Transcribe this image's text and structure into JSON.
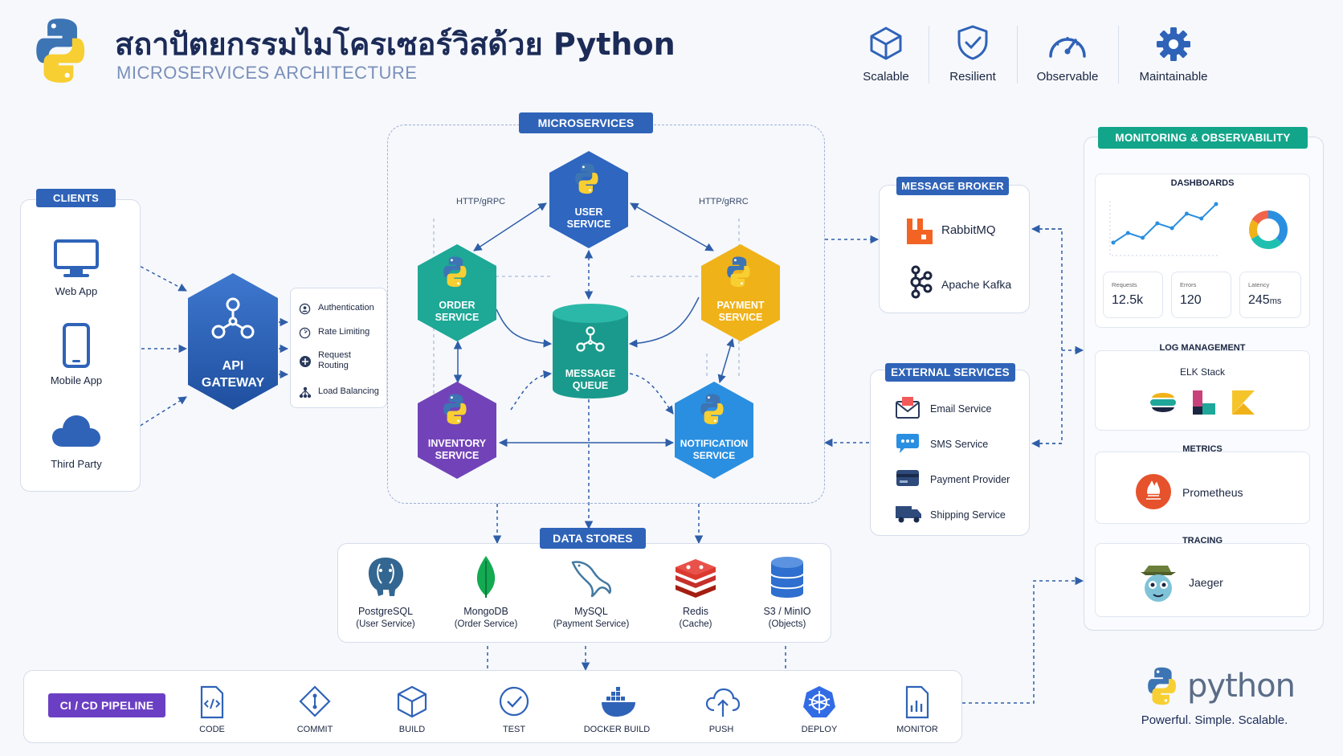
{
  "header": {
    "title": "สถาปัตยกรรมไมโครเซอร์วิสด้วย Python",
    "subtitle": "MICROSERVICES ARCHITECTURE",
    "principles": [
      {
        "label": "Scalable",
        "icon": "cube-icon"
      },
      {
        "label": "Resilient",
        "icon": "shield-check-icon"
      },
      {
        "label": "Observable",
        "icon": "gauge-icon"
      },
      {
        "label": "Maintainable",
        "icon": "gear-icon"
      }
    ]
  },
  "clients": {
    "tag": "CLIENTS",
    "items": [
      {
        "label": "Web App",
        "icon": "monitor-icon"
      },
      {
        "label": "Mobile App",
        "icon": "smartphone-icon"
      },
      {
        "label": "Third Party",
        "icon": "cloud-icon"
      }
    ]
  },
  "gateway": {
    "label_line1": "API",
    "label_line2": "GATEWAY",
    "features": [
      {
        "label": "Authentication",
        "icon": "user-lock-icon"
      },
      {
        "label": "Rate Limiting",
        "icon": "speed-icon"
      },
      {
        "label": "Request\nRouting",
        "icon": "route-icon"
      },
      {
        "label": "Load Balancing",
        "icon": "balance-icon"
      }
    ]
  },
  "microservices": {
    "tag": "MICROSERVICES",
    "protocol_left": "HTTP/gRPC",
    "protocol_right": "HTTP/gRRC",
    "user": {
      "line1": "USER",
      "line2": "SERVICE"
    },
    "order": {
      "line1": "ORDER",
      "line2": "SERVICE"
    },
    "payment": {
      "line1": "PAYMENT",
      "line2": "SERVICE"
    },
    "queue": {
      "line1": "MESSAGE",
      "line2": "QUEUE"
    },
    "inventory": {
      "line1": "INVENTORY",
      "line2": "SERVICE"
    },
    "notification": {
      "line1": "NOTIFICATION",
      "line2": "SERVICE"
    }
  },
  "message_broker": {
    "tag": "MESSAGE BROKER",
    "items": [
      {
        "label": "RabbitMQ",
        "icon": "rabbitmq-icon"
      },
      {
        "label": "Apache Kafka",
        "icon": "kafka-icon"
      }
    ]
  },
  "external": {
    "tag": "EXTERNAL SERVICES",
    "items": [
      {
        "label": "Email Service",
        "icon": "email-icon"
      },
      {
        "label": "SMS Service",
        "icon": "sms-icon"
      },
      {
        "label": "Payment Provider",
        "icon": "credit-card-icon"
      },
      {
        "label": "Shipping Service",
        "icon": "truck-icon"
      }
    ]
  },
  "data_stores": {
    "tag": "DATA STORES",
    "items": [
      {
        "name": "PostgreSQL",
        "desc": "(User Service)",
        "icon": "postgresql-icon"
      },
      {
        "name": "MongoDB",
        "desc": "(Order Service)",
        "icon": "mongodb-icon"
      },
      {
        "name": "MySQL",
        "desc": "(Payment Service)",
        "icon": "mysql-icon"
      },
      {
        "name": "Redis",
        "desc": "(Cache)",
        "icon": "redis-icon"
      },
      {
        "name": "S3 / MinIO",
        "desc": "(Objects)",
        "icon": "storage-icon"
      }
    ]
  },
  "monitoring": {
    "tag": "MONITORING & OBSERVABILITY",
    "dashboards": {
      "title": "DASHBOARDS",
      "line_values": [
        2,
        4,
        3,
        6,
        5,
        8,
        7,
        10
      ],
      "stats": [
        {
          "label": "Requests",
          "value": "12.5k",
          "unit": ""
        },
        {
          "label": "Errors",
          "value": "120",
          "unit": ""
        },
        {
          "label": "Latency",
          "value": "245",
          "unit": "ms"
        }
      ]
    },
    "logs": {
      "title": "LOG MANAGEMENT",
      "subtitle": "ELK Stack"
    },
    "metrics": {
      "title": "METRICS",
      "tool": "Prometheus"
    },
    "tracing": {
      "title": "TRACING",
      "tool": "Jaeger"
    }
  },
  "pipeline": {
    "tag": "CI / CD PIPELINE",
    "steps": [
      {
        "label": "CODE",
        "icon": "code-file-icon"
      },
      {
        "label": "COMMIT",
        "icon": "git-commit-icon"
      },
      {
        "label": "BUILD",
        "icon": "package-icon"
      },
      {
        "label": "TEST",
        "icon": "check-circle-icon"
      },
      {
        "label": "DOCKER BUILD",
        "icon": "docker-icon"
      },
      {
        "label": "PUSH",
        "icon": "cloud-upload-icon"
      },
      {
        "label": "DEPLOY",
        "icon": "kubernetes-icon"
      },
      {
        "label": "MONITOR",
        "icon": "bar-chart-icon"
      }
    ]
  },
  "brand": {
    "wordmark": "python",
    "tagline": "Powerful. Simple. Scalable."
  },
  "colors": {
    "primary": "#2f63b8",
    "teal": "#1fa79a",
    "orange": "#f2b21b",
    "purple": "#7042b6",
    "sky": "#2a8fe0",
    "pipeline_tag": "#6b3fc4",
    "monitoring_tag": "#12a58a"
  }
}
